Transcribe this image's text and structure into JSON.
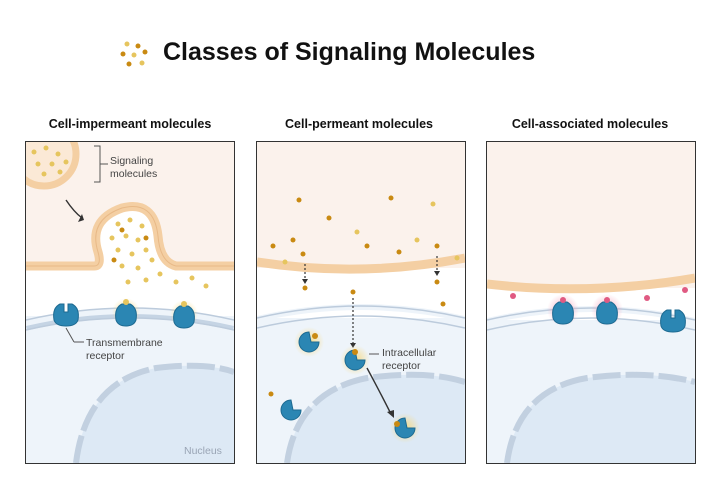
{
  "title": "Classes of Signaling Molecules",
  "colors": {
    "ligand": "#c98a12",
    "ligand_light": "#e6c55e",
    "receptor": "#2b86b3",
    "cell_associated": "#e05a82",
    "extracellular": "#fbf2ec",
    "membrane": "#f4cfa3",
    "cytoplasm": "#eef4fa",
    "nucleus": "#dde9f5"
  },
  "panels": [
    {
      "title": "Cell-impermeant molecules",
      "labels": {
        "signaling": "Signaling molecules",
        "receptor": "Transmembrane receptor",
        "nucleus": "Nucleus"
      }
    },
    {
      "title": "Cell-permeant molecules",
      "labels": {
        "receptor": "Intracellular receptor"
      }
    },
    {
      "title": "Cell-associated molecules"
    }
  ]
}
